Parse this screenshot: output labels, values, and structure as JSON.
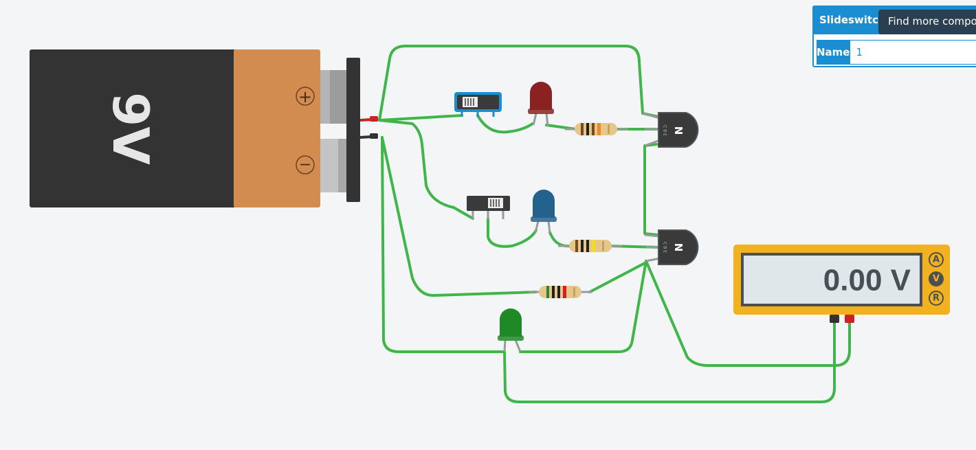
{
  "battery": {
    "label": "9V",
    "plus_symbol": "+",
    "minus_symbol": "−"
  },
  "multimeter": {
    "reading": "0.00 V",
    "mode_amps": "A",
    "mode_volts": "V",
    "mode_ohms": "R",
    "active_mode": "V"
  },
  "transistors": [
    {
      "type_label": "N",
      "pins": "C B E"
    },
    {
      "type_label": "N",
      "pins": "C B E"
    }
  ],
  "leds": [
    {
      "color": "#8b2222"
    },
    {
      "color": "#24628e"
    },
    {
      "color": "#1d8a27"
    }
  ],
  "properties_panel": {
    "title": "Slideswitch",
    "name_label": "Name",
    "name_value": "1"
  },
  "tooltip": {
    "text": "Find more components"
  },
  "colors": {
    "wire": "#3fb54a",
    "battery_body": "#333333",
    "battery_band": "#d28c50",
    "meter_body": "#f2b21f",
    "panel_accent": "#1a8ed0"
  }
}
